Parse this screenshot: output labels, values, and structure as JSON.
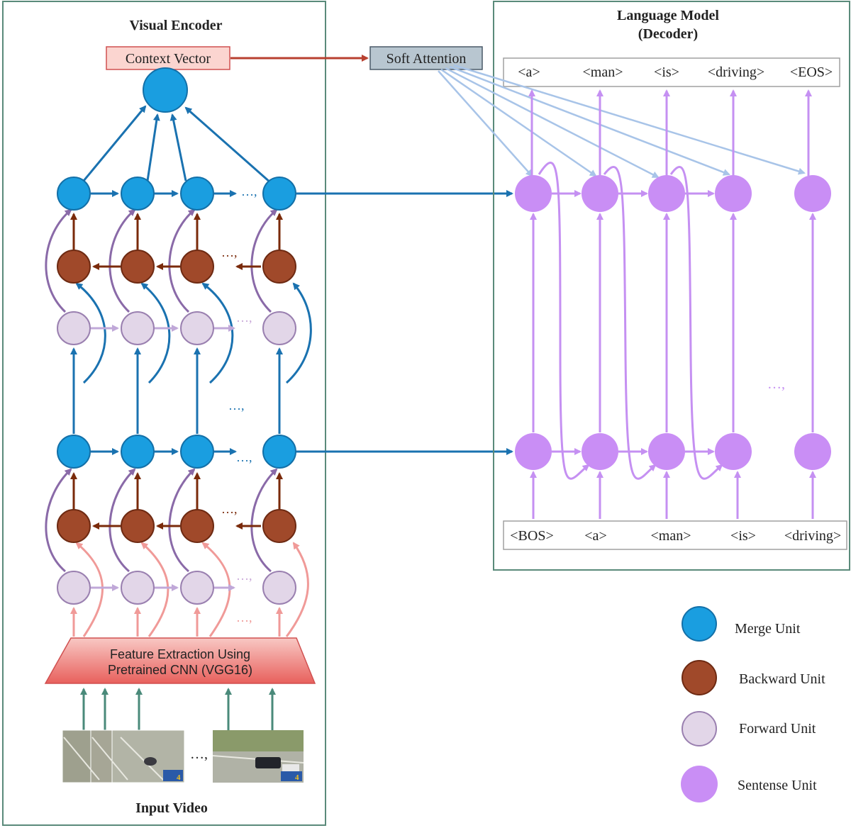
{
  "encoder": {
    "title": "Visual Encoder",
    "context_vector": "Context Vector",
    "feature_extraction_line1": "Feature Extraction Using",
    "feature_extraction_line2": "Pretrained CNN (VGG16)",
    "input_video": "Input Video",
    "ellipsis": "…,"
  },
  "attention": {
    "label": "Soft Attention"
  },
  "decoder": {
    "title_line1": "Language Model",
    "title_line2": "(Decoder)",
    "output_tokens": [
      "<a>",
      "<man>",
      "<is>",
      "<driving>",
      "<EOS>"
    ],
    "input_tokens": [
      "<BOS>",
      "<a>",
      "<man>",
      "<is>",
      "<driving>"
    ],
    "ellipsis": "…,"
  },
  "legend": {
    "items": [
      {
        "label": "Merge Unit",
        "color": "#1a9ee0"
      },
      {
        "label": "Backward Unit",
        "color": "#a0492a"
      },
      {
        "label": "Forward Unit",
        "color": "#e2d6e8"
      },
      {
        "label": "Sentense Unit",
        "color": "#c98ef5"
      }
    ]
  },
  "colors": {
    "merge": "#1a9ee0",
    "merge_stroke": "#1370a8",
    "backward": "#a0492a",
    "backward_stroke": "#6e2a12",
    "forward": "#e2d6e8",
    "forward_stroke": "#9a80b0",
    "sentence": "#c98ef5",
    "panel_border": "#5a8a7a",
    "blue_arrow": "#1a72b0",
    "brown_arrow": "#7a2a0a",
    "purple_arrow": "#8a6aa8",
    "salmon_arrow": "#f09a98",
    "light_purple_arrow": "#c0a8d8",
    "sentence_arrow": "#c590f2",
    "attention_arrow": "#a8c4e8",
    "teal_arrow": "#4a8a7a",
    "context_red": "#b84030"
  }
}
